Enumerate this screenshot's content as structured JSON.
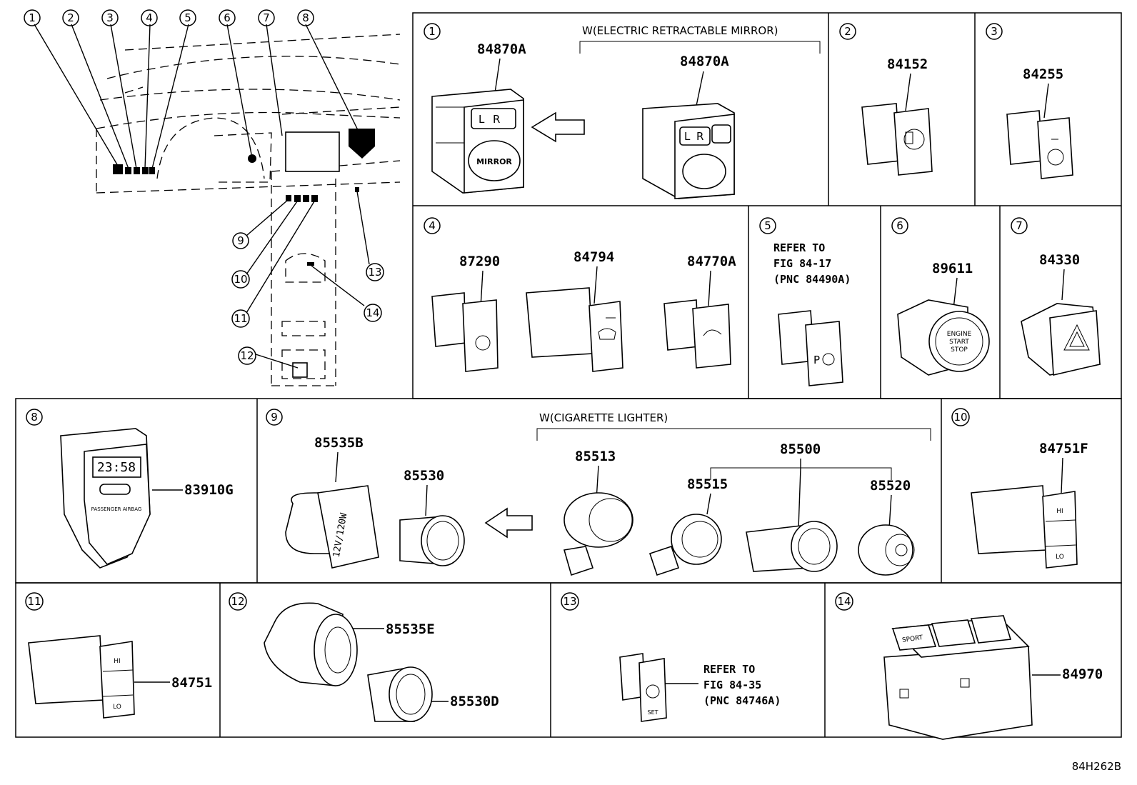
{
  "diagram_code": "84H262B",
  "overview": {
    "callouts": [
      "1",
      "2",
      "3",
      "4",
      "5",
      "6",
      "7",
      "8",
      "9",
      "10",
      "11",
      "12",
      "13",
      "14"
    ]
  },
  "panels": [
    {
      "no": "1",
      "condition": "W(ELECTRIC RETRACTABLE MIRROR)",
      "parts": [
        "84870A",
        "84870A"
      ],
      "button_text": [
        "L",
        "R",
        "MIRROR"
      ]
    },
    {
      "no": "2",
      "parts": [
        "84152"
      ]
    },
    {
      "no": "3",
      "parts": [
        "84255"
      ]
    },
    {
      "no": "4",
      "parts": [
        "87290",
        "84794",
        "84770A"
      ]
    },
    {
      "no": "5",
      "note": [
        "REFER TO",
        "FIG 84-17",
        "(PNC 84490A)"
      ]
    },
    {
      "no": "6",
      "parts": [
        "89611"
      ],
      "button_text": [
        "ENGINE",
        "START",
        "STOP"
      ]
    },
    {
      "no": "7",
      "parts": [
        "84330"
      ]
    },
    {
      "no": "8",
      "parts": [
        "83910G"
      ],
      "display": "23:58",
      "label": "PASSENGER AIRBAG"
    },
    {
      "no": "9",
      "condition": "W(CIGARETTE LIGHTER)",
      "parts": [
        "85535B",
        "85530",
        "85513",
        "85500",
        "85515",
        "85520"
      ],
      "socket_label": "12V/120W"
    },
    {
      "no": "10",
      "parts": [
        "84751F"
      ],
      "button_text": [
        "HI",
        "LO"
      ]
    },
    {
      "no": "11",
      "parts": [
        "84751"
      ],
      "button_text": [
        "HI",
        "LO"
      ]
    },
    {
      "no": "12",
      "parts": [
        "85535E",
        "85530D"
      ]
    },
    {
      "no": "13",
      "note": [
        "REFER TO",
        "FIG 84-35",
        "(PNC 84746A)"
      ],
      "button_text": "SET"
    },
    {
      "no": "14",
      "parts": [
        "84970"
      ],
      "button_text": "SPORT"
    }
  ]
}
